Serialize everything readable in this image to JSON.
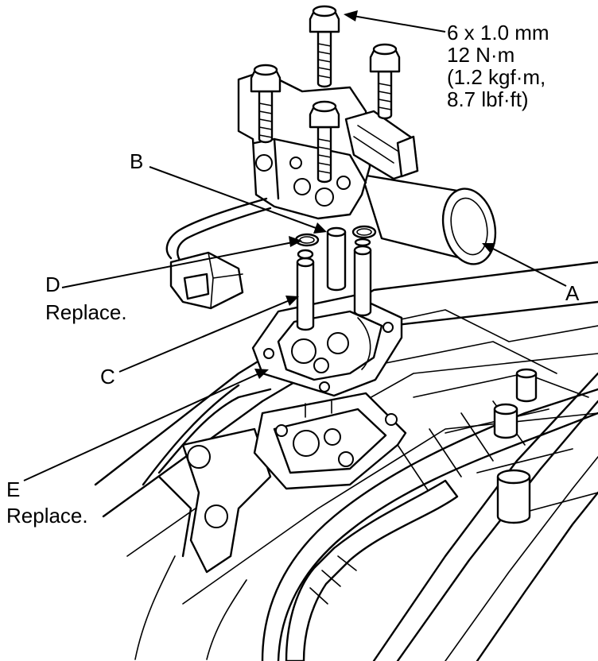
{
  "spec": {
    "line1": "6 x 1.0 mm",
    "line2": "12 N·m",
    "line3": "(1.2 kgf·m,",
    "line4": "8.7 lbf·ft)"
  },
  "labels": {
    "a": "A",
    "b": "B",
    "c": "C",
    "d": "D",
    "d_note": "Replace.",
    "e": "E",
    "e_note": "Replace."
  },
  "colors": {
    "ink": "#000000",
    "paper": "#ffffff"
  }
}
